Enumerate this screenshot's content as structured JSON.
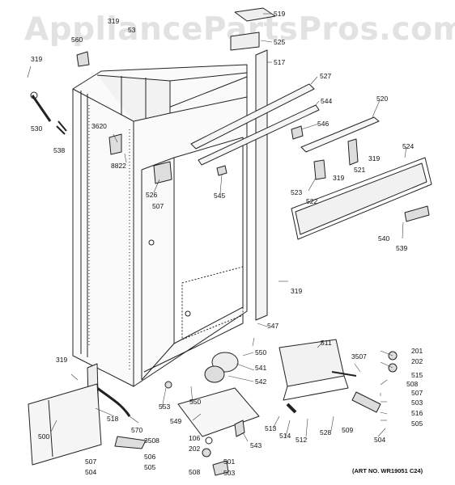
{
  "watermark": "AppliancePartsPros.com",
  "art_no": "(ART NO. WR19051 C24)",
  "labels": {
    "p519": "519",
    "p319a": "319",
    "p560": "560",
    "p53": "53",
    "p525": "525",
    "p319b": "319",
    "p517": "517",
    "p527": "527",
    "p530": "530",
    "p538": "538",
    "p544": "544",
    "p520": "520",
    "p3620": "3620",
    "p546": "546",
    "p8822": "8822",
    "p524": "524",
    "p319c": "319",
    "p521": "521",
    "p526": "526",
    "p507a": "507",
    "p545": "545",
    "p523": "523",
    "p522": "522",
    "p540": "540",
    "p539": "539",
    "p319d": "319",
    "p547": "547",
    "p511": "511",
    "p550a": "550",
    "p201": "201",
    "p202a": "202",
    "p319e": "319",
    "p541": "541",
    "p3507": "3507",
    "p515": "515",
    "p508a": "508",
    "p542": "542",
    "p507b": "507",
    "p503a": "503",
    "p553": "553",
    "p550b": "550",
    "p516": "516",
    "p549": "549",
    "p518": "518",
    "p570": "570",
    "p500": "500",
    "p505a": "505",
    "p513": "513",
    "p514": "514",
    "p512": "512",
    "p528": "528",
    "p509": "509",
    "p504a": "504",
    "p106": "106",
    "p3508": "3508",
    "p202b": "202",
    "p543": "543",
    "p506": "506",
    "p507c": "507",
    "p505b": "505",
    "p504b": "504",
    "p501": "501",
    "p508b": "508",
    "p503b": "503"
  }
}
